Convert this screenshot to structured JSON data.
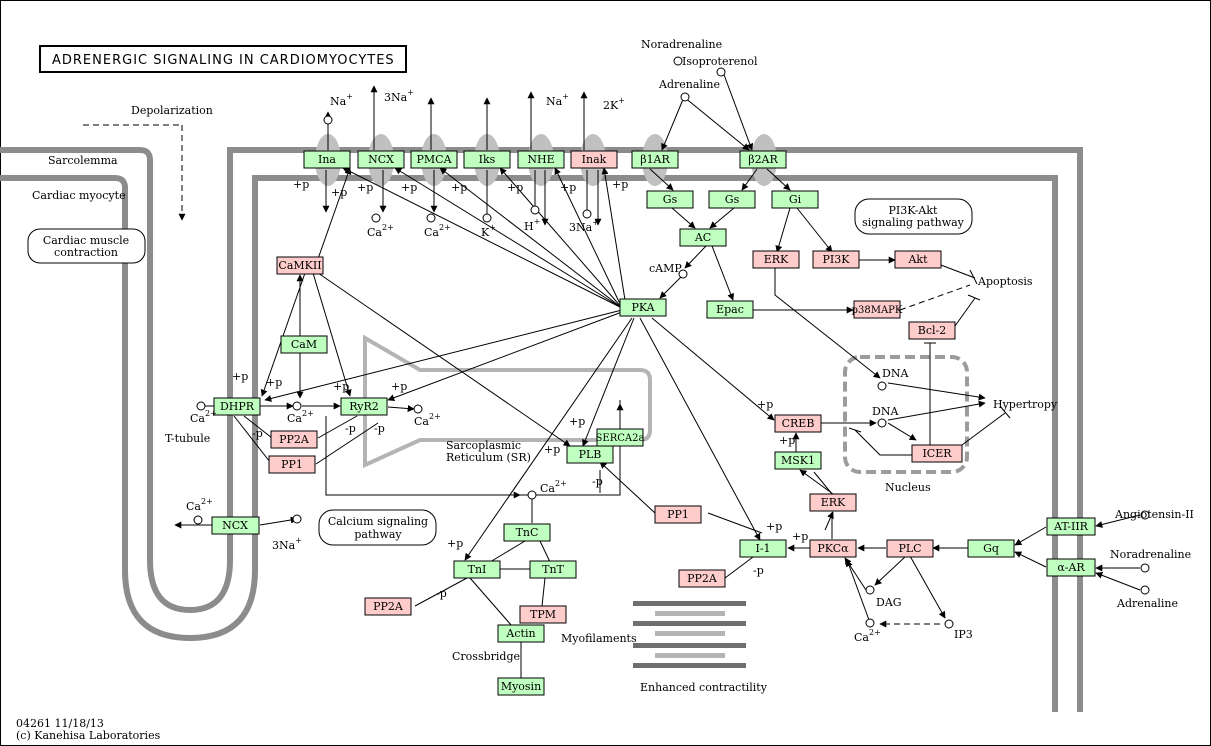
{
  "title": "ADRENERGIC SIGNALING IN CARDIOMYOCYTES",
  "footer": {
    "id": "04261 11/18/13",
    "copyright": "(c) Kanehisa Laboratories"
  },
  "regions": {
    "sarcolemma": "Sarcolemma",
    "cardiac_myocyte": "Cardiac myocyte",
    "depolarization": "Depolarization",
    "t_tubule": "T-tubule",
    "sr_line1": "Sarcoplasmic",
    "sr_line2": "Reticulum (SR)",
    "nucleus": "Nucleus",
    "myofilaments": "Myofilaments",
    "crossbridge": "Crossbridge",
    "enhanced": "Enhanced contractility",
    "apoptosis": "Apoptosis",
    "hypertropy": "Hypertropy"
  },
  "pathways": {
    "cardiac_muscle_1": "Cardiac muscle",
    "cardiac_muscle_2": "contraction",
    "pi3k_1": "PI3K-Akt",
    "pi3k_2": "signaling pathway",
    "calcium_1": "Calcium signaling",
    "calcium_2": "pathway"
  },
  "genes": {
    "ina": "Ina",
    "ncx_top": "NCX",
    "pmca": "PMCA",
    "iks": "Iks",
    "nhe": "NHE",
    "inak": "Inak",
    "b1ar": "β1AR",
    "b2ar": "β2AR",
    "gs1": "Gs",
    "gs2": "Gs",
    "gi": "Gi",
    "ac": "AC",
    "camkii": "CaMKII",
    "cam": "CaM",
    "dhpr": "DHPR",
    "ryr2": "RyR2",
    "pp2a_1": "PP2A",
    "pp1_1": "PP1",
    "pka": "PKA",
    "epac": "Epac",
    "erk_1": "ERK",
    "pi3k": "PI3K",
    "akt": "Akt",
    "p38": "p38MAPK",
    "bcl2": "Bcl-2",
    "creb": "CREB",
    "msk1": "MSK1",
    "icer": "ICER",
    "serca": "SERCA2a",
    "plb": "PLB",
    "ncx_bottom": "NCX",
    "tnc": "TnC",
    "tni": "TnI",
    "tnt": "TnT",
    "tpm": "TPM",
    "actin": "Actin",
    "myosin": "Myosin",
    "pp2a_2": "PP2A",
    "pp1_2": "PP1",
    "i1": "I-1",
    "pkca": "PKCα",
    "erk_2": "ERK",
    "pp2a_3": "PP2A",
    "plc": "PLC",
    "gq": "Gq",
    "at1r": "AT-IIR",
    "aar": "α-AR"
  },
  "compounds": {
    "noradrenaline_top": "Noradrenaline",
    "isoproterenol": "Isoproterenol",
    "adrenaline_top": "Adrenaline",
    "camp": "cAMP",
    "dna_1": "DNA",
    "dna_2": "DNA",
    "dag": "DAG",
    "ip3": "IP3",
    "angiotensin": "Angiotensin-II",
    "noradrenaline_right": "Noradrenaline",
    "adrenaline_right": "Adrenaline",
    "na": "Na",
    "na3": "3Na",
    "ca": "Ca",
    "k": "K",
    "h": "H",
    "k2": "2K",
    "plus": "+",
    "two_plus": "2+"
  },
  "marks": {
    "plus_p": "+p",
    "minus_p": "-p"
  }
}
